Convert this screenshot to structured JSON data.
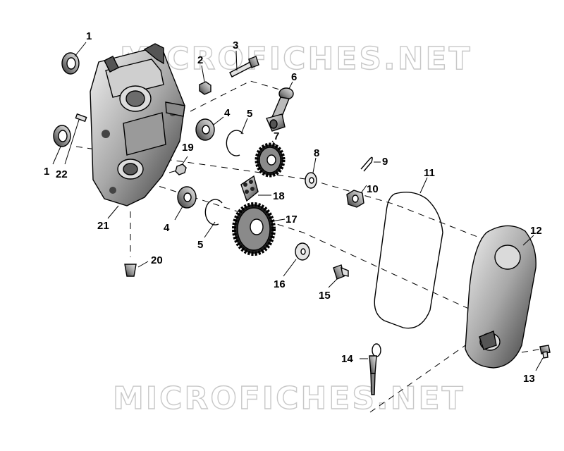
{
  "watermark": {
    "text": "MICROFICHES.NET"
  },
  "callouts": [
    {
      "key": "c1a",
      "label": "1"
    },
    {
      "key": "c1b",
      "label": "1"
    },
    {
      "key": "c2",
      "label": "2"
    },
    {
      "key": "c3",
      "label": "3"
    },
    {
      "key": "c4a",
      "label": "4"
    },
    {
      "key": "c4b",
      "label": "4"
    },
    {
      "key": "c5a",
      "label": "5"
    },
    {
      "key": "c5b",
      "label": "5"
    },
    {
      "key": "c6",
      "label": "6"
    },
    {
      "key": "c7",
      "label": "7"
    },
    {
      "key": "c8",
      "label": "8"
    },
    {
      "key": "c9",
      "label": "9"
    },
    {
      "key": "c10",
      "label": "10"
    },
    {
      "key": "c11",
      "label": "11"
    },
    {
      "key": "c12",
      "label": "12"
    },
    {
      "key": "c13",
      "label": "13"
    },
    {
      "key": "c14",
      "label": "14"
    },
    {
      "key": "c15",
      "label": "15"
    },
    {
      "key": "c16",
      "label": "16"
    },
    {
      "key": "c17",
      "label": "17"
    },
    {
      "key": "c18",
      "label": "18"
    },
    {
      "key": "c19",
      "label": "19"
    },
    {
      "key": "c20",
      "label": "20"
    },
    {
      "key": "c21",
      "label": "21"
    },
    {
      "key": "c22",
      "label": "22"
    }
  ]
}
